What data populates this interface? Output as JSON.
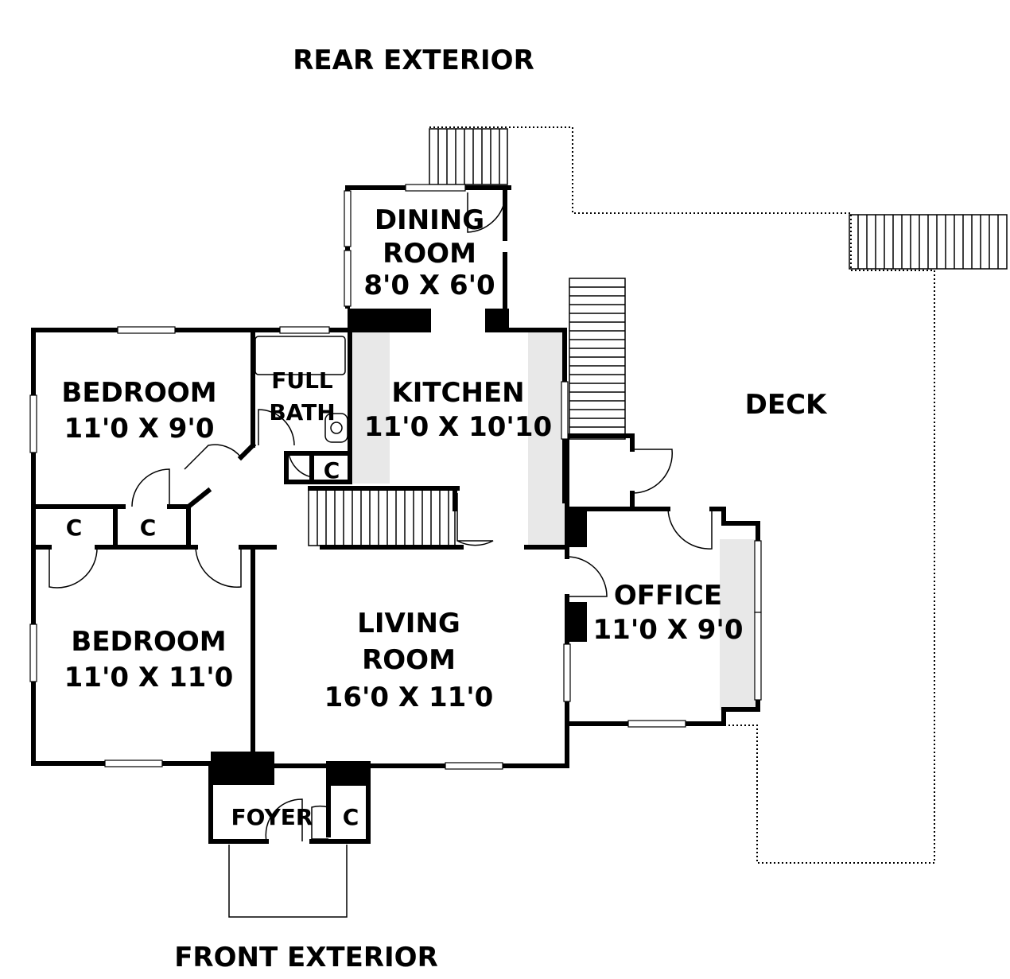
{
  "headings": {
    "rear": "REAR EXTERIOR",
    "front": "FRONT EXTERIOR"
  },
  "rooms": {
    "dining": [
      "DINING",
      "ROOM",
      "8'0 X 6'0"
    ],
    "bedroom_top": [
      "BEDROOM",
      "11'0 X 9'0"
    ],
    "full_bath": [
      "FULL",
      "BATH"
    ],
    "kitchen": [
      "KITCHEN",
      "11'0 X 10'10"
    ],
    "deck": [
      "DECK"
    ],
    "office": [
      "OFFICE",
      "11'0 X 9'0"
    ],
    "bedroom_bottom": [
      "BEDROOM",
      "11'0 X 11'0"
    ],
    "living": [
      "LIVING",
      "ROOM",
      "16'0 X 11'0"
    ],
    "foyer": [
      "FOYER"
    ]
  },
  "closets": {
    "bath_closet": "C",
    "closet_left": "C",
    "closet_mid": "C",
    "foyer_closet": "C"
  }
}
